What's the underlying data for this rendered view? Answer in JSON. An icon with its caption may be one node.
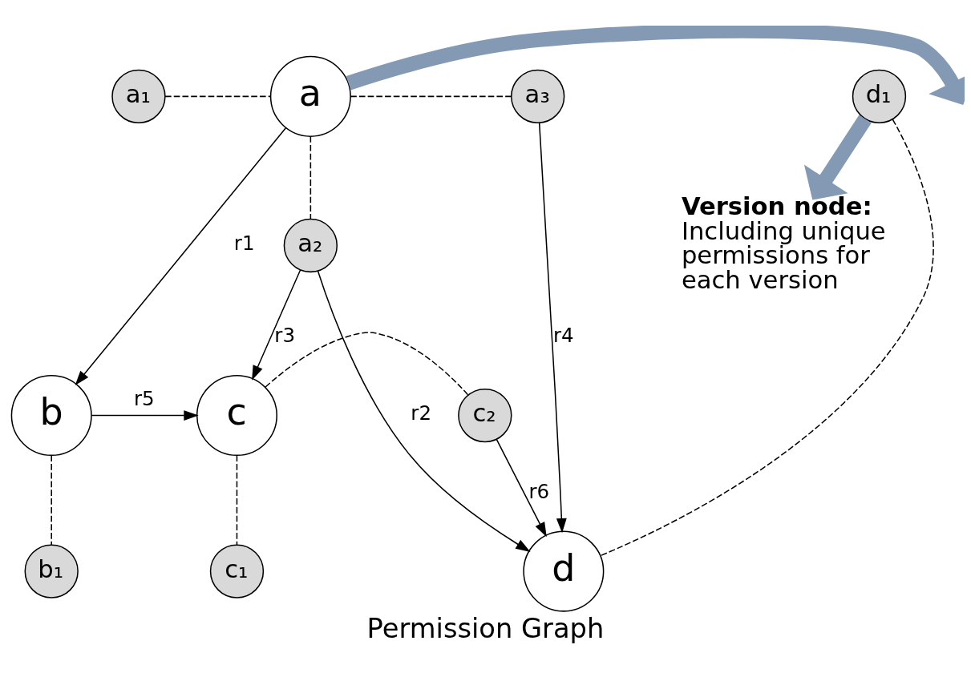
{
  "diagram": {
    "caption": "Permission Graph",
    "nodes": [
      {
        "text": [
          "a₁"
        ]
      },
      {
        "text": [
          "a"
        ]
      },
      {
        "text": [
          "a₃"
        ]
      },
      {
        "text": [
          "d₁"
        ]
      },
      {
        "text": [
          "a₂"
        ]
      },
      {
        "text": [
          "d"
        ]
      },
      {
        "text": [
          "b"
        ]
      },
      {
        "text": [
          "c"
        ]
      },
      {
        "text": [
          "c₂"
        ]
      },
      {
        "text": [
          "b₁"
        ]
      },
      {
        "text": [
          "c₁"
        ]
      },
      {
        "text": [
          "Version node:",
          "Including unique permissions for each version"
        ]
      }
    ],
    "edges": [
      {
        "from": 0,
        "to": 1,
        "arrow": "none",
        "style": "dashed"
      },
      {
        "from": 1,
        "to": 2,
        "arrow": "none",
        "style": "dashed"
      },
      {
        "from": 1,
        "to": 4,
        "arrow": "none",
        "style": "dashed"
      },
      {
        "from": 3,
        "to": 5,
        "arrow": "none",
        "style": "dashed"
      },
      {
        "from": 1,
        "to": 6,
        "arrow": "to",
        "label": "r1"
      },
      {
        "from": 4,
        "to": 5,
        "arrow": "to",
        "label": "r2"
      },
      {
        "from": 4,
        "to": 7,
        "arrow": "to",
        "label": "r3"
      },
      {
        "from": 2,
        "to": 5,
        "arrow": "to",
        "label": "r4"
      },
      {
        "from": 6,
        "to": 7,
        "arrow": "to",
        "label": "r5"
      },
      {
        "from": 8,
        "to": 5,
        "arrow": "to",
        "label": "r6"
      },
      {
        "from": 6,
        "to": 9,
        "arrow": "none",
        "style": "dashed"
      },
      {
        "from": 7,
        "to": 10,
        "arrow": "none",
        "style": "dashed"
      },
      {
        "from": 7,
        "to": 8,
        "arrow": "none",
        "style": "dashed"
      },
      {
        "from": 1,
        "to": null,
        "arrow": "to",
        "style": "thick",
        "color": "#8499b4"
      },
      {
        "from": 3,
        "to": 11,
        "arrow": "to",
        "style": "thick",
        "color": "#8499b4"
      }
    ]
  }
}
